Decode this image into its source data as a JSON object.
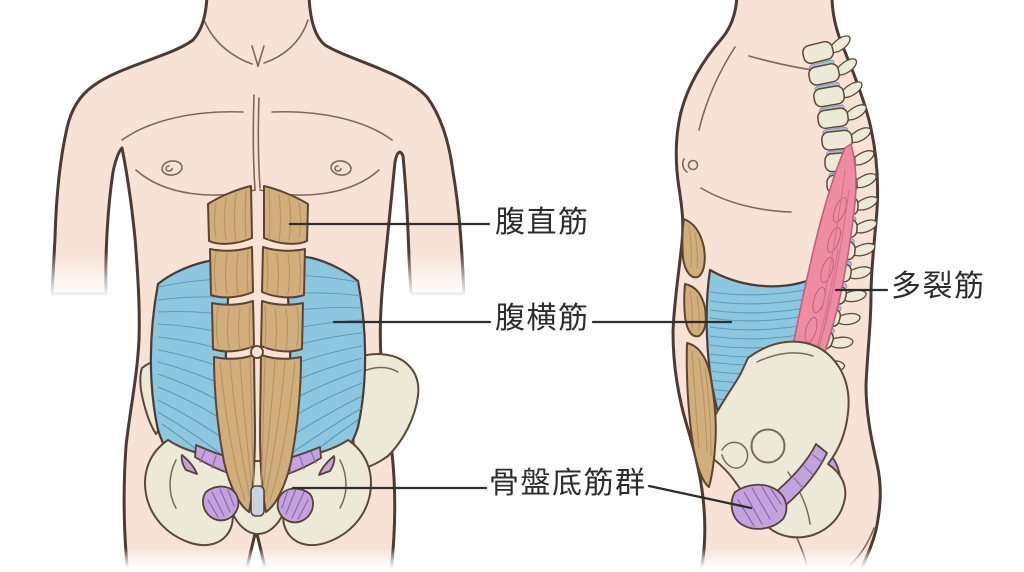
{
  "page": {
    "background": "#ffffff"
  },
  "labels": [
    {
      "id": "rectus_abdominis",
      "text": "腹直筋",
      "points_to": [
        "front-view"
      ]
    },
    {
      "id": "transversus_abdominis",
      "text": "腹横筋",
      "points_to": [
        "front-view",
        "side-view"
      ]
    },
    {
      "id": "pelvic_floor_group",
      "text": "骨盤底筋群",
      "points_to": [
        "front-view",
        "side-view"
      ]
    },
    {
      "id": "multifidus",
      "text": "多裂筋",
      "points_to": [
        "side-view"
      ]
    }
  ],
  "colors": {
    "skin": "#F8E2D6",
    "outline": "#4C3A34",
    "rectus_muscle": "#D2AE7D",
    "transversus_muscle": "#8DC6DF",
    "pelvic_floor_muscle": "#C4A2DE",
    "multifidus_muscle": "#F08CA2",
    "bone": "#EDE9D7",
    "spinal_disc": "#A9BDD6",
    "pubic_symphysis": "#C9D2DF",
    "label_text": "#2D2D2D",
    "leader_line": "#2E2E2E"
  }
}
